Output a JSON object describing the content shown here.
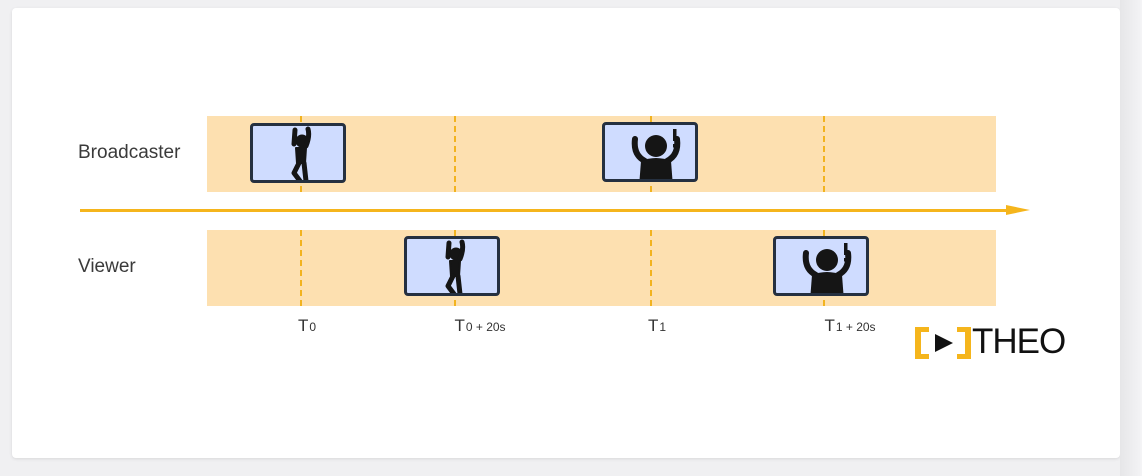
{
  "lanes": {
    "broadcaster": "Broadcaster",
    "viewer": "Viewer"
  },
  "ticks": [
    {
      "main": "T",
      "sub": "0"
    },
    {
      "main": "T",
      "sub": "0 + 20s"
    },
    {
      "main": "T",
      "sub": "1"
    },
    {
      "main": "T",
      "sub": "1 + 20s"
    }
  ],
  "logo": {
    "text": "THEO"
  },
  "colors": {
    "band": "#fde0b0",
    "axis": "#f5b51c",
    "frame_fill": "#cfdcff",
    "frame_border": "#253040",
    "logo_accent": "#f5b51c"
  },
  "frames": {
    "broadcaster": [
      "person-dancing-icon",
      "person-celebrating-icon"
    ],
    "viewer": [
      "person-dancing-icon",
      "person-celebrating-icon"
    ]
  }
}
